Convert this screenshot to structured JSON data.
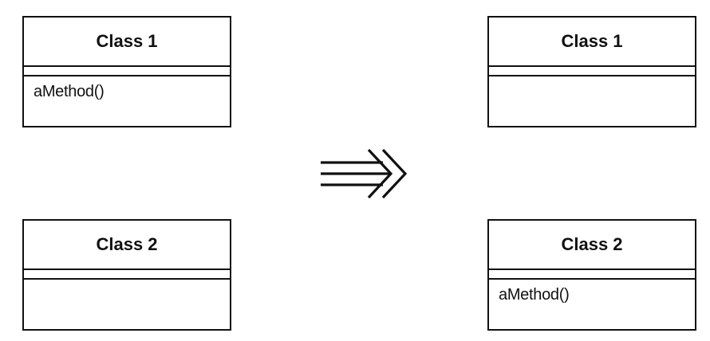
{
  "before": {
    "class1": {
      "name": "Class 1",
      "methods": "aMethod()"
    },
    "class2": {
      "name": "Class 2",
      "methods": ""
    }
  },
  "after": {
    "class1": {
      "name": "Class 1",
      "methods": ""
    },
    "class2": {
      "name": "Class 2",
      "methods": "aMethod()"
    }
  },
  "arrow_icon": "triple-line-arrow-icon"
}
